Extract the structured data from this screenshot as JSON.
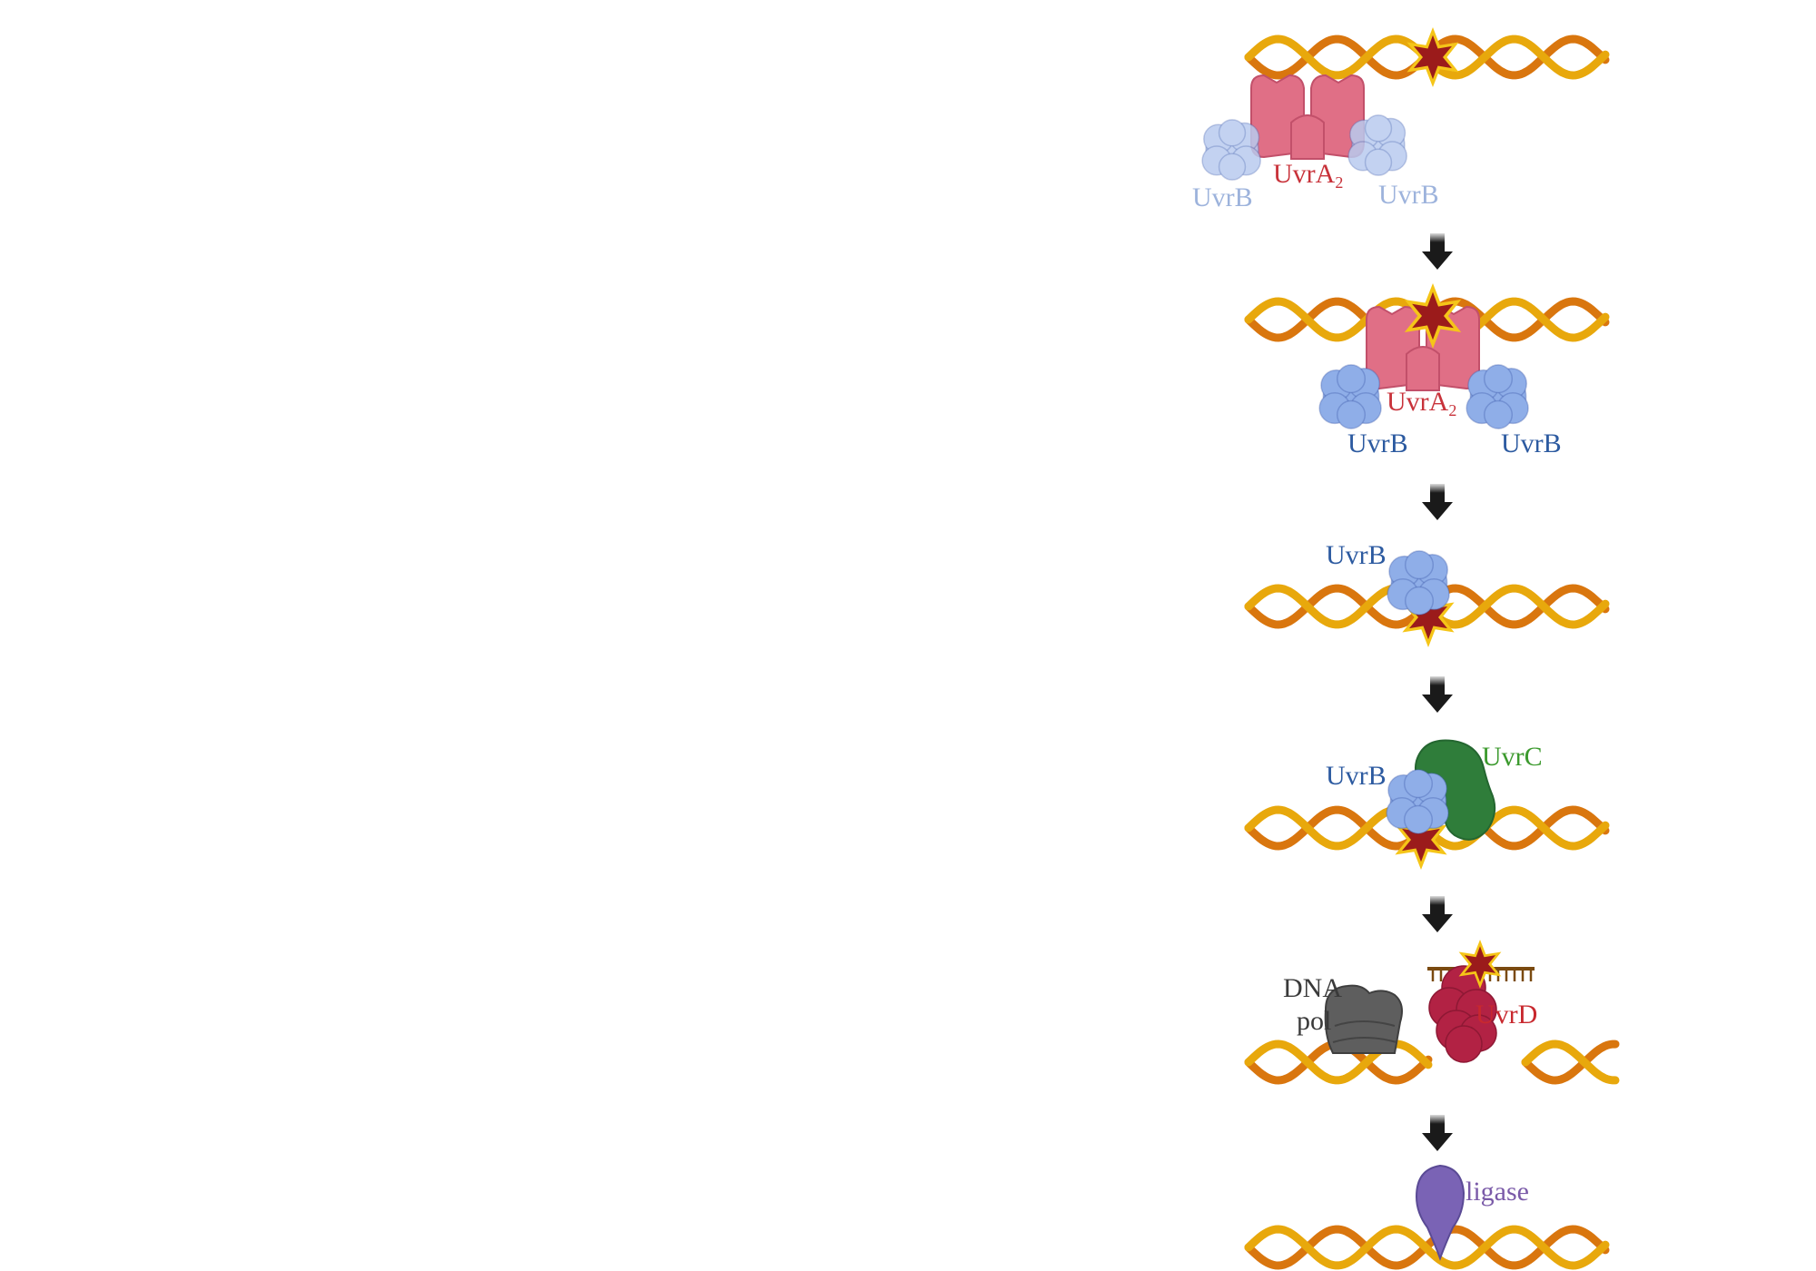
{
  "colors": {
    "dna_strand_a": "#E8A80C",
    "dna_strand_b": "#D9760E",
    "lesion_fill": "#9B1B1B",
    "lesion_outline": "#F5C518",
    "uvra": "#E06F86",
    "uvrb": "#8FAEE8",
    "uvrb_faded": "#B9CBEF",
    "uvrb_label": "#2C5AA0",
    "uvrb_label_faded": "#9DB3DC",
    "uvra_label": "#C8323A",
    "uvrc": "#2F7D3A",
    "uvrc_label": "#3C9A2E",
    "uvrd": "#B22244",
    "uvrd_label": "#C8282E",
    "polymerase": "#5E5E5E",
    "polymerase_label": "#3A3A3A",
    "ligase": "#7A63B5",
    "ligase_label": "#7A5AA8",
    "arrow": "#1A1A1A",
    "oligo": "#7A4A10"
  },
  "steps": [
    {
      "name": "step-1-recognition",
      "labels": [
        {
          "text": "UvrB",
          "kind": "uvrb_faded"
        },
        {
          "text": "UvrA",
          "sub": "2",
          "kind": "uvra"
        },
        {
          "text": "UvrB",
          "kind": "uvrb_faded"
        }
      ]
    },
    {
      "name": "step-2-complex-bound",
      "labels": [
        {
          "text": "UvrA",
          "sub": "2",
          "kind": "uvra"
        },
        {
          "text": "UvrB",
          "kind": "uvrb"
        },
        {
          "text": "UvrB",
          "kind": "uvrb"
        }
      ]
    },
    {
      "name": "step-3-uvrb-clamp",
      "labels": [
        {
          "text": "UvrB",
          "kind": "uvrb"
        }
      ]
    },
    {
      "name": "step-4-incision",
      "labels": [
        {
          "text": "UvrB",
          "kind": "uvrb"
        },
        {
          "text": "UvrC",
          "kind": "uvrc"
        }
      ]
    },
    {
      "name": "step-5-excision-resynthesis",
      "labels": [
        {
          "text": "DNA",
          "kind": "polymerase"
        },
        {
          "text": "pol",
          "kind": "polymerase"
        },
        {
          "text": "UvrD",
          "kind": "uvrd"
        }
      ]
    },
    {
      "name": "step-6-ligation",
      "labels": [
        {
          "text": "ligase",
          "kind": "ligase"
        }
      ]
    }
  ]
}
